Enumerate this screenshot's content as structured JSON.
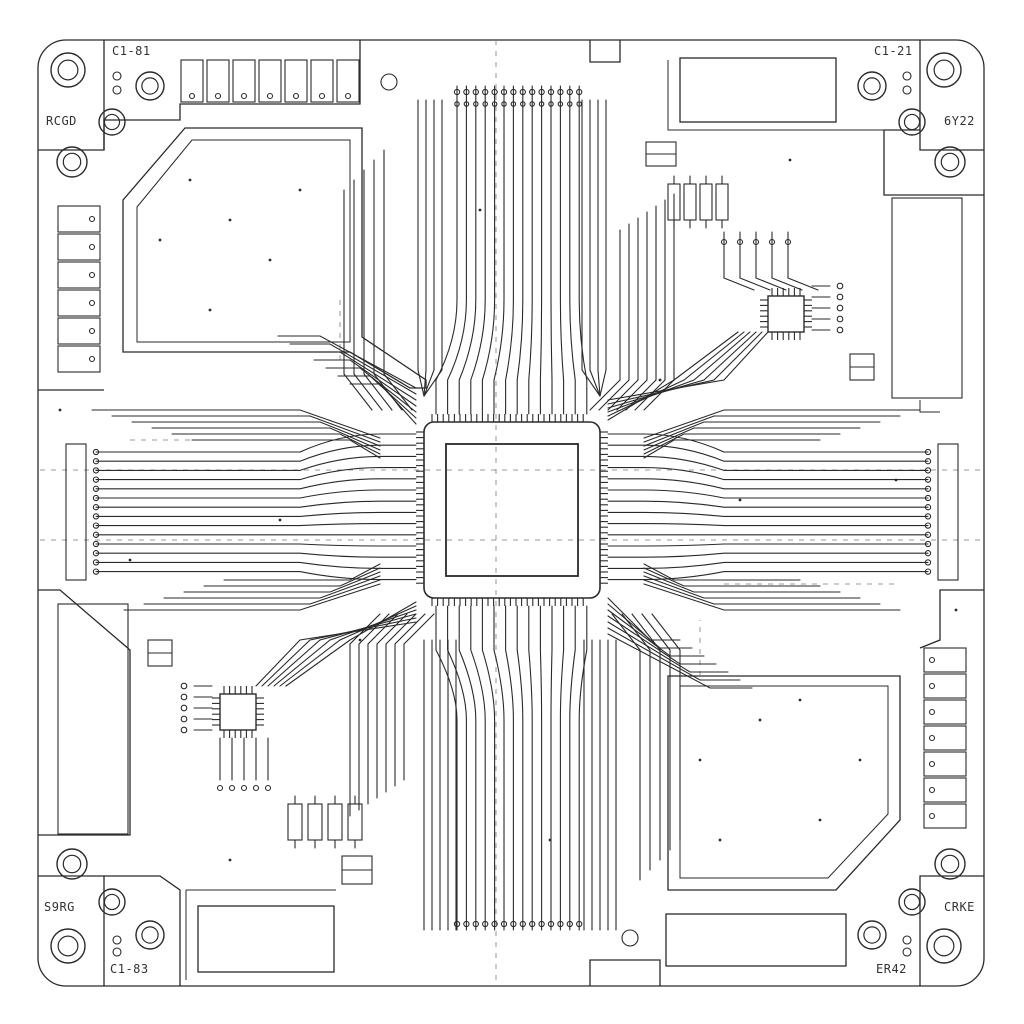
{
  "labels": {
    "top_left": "C1-81",
    "top_right": "C1-21",
    "left_upper": "RCGD",
    "right_upper": "6Y22",
    "left_lower": "S9RG",
    "right_lower": "CRKE",
    "bottom_left": "C1-83",
    "bottom_right": "ER42"
  },
  "colors": {
    "line": "#2a2a2a",
    "dash": "#7a7a7a",
    "background": "#ffffff"
  },
  "icons": {
    "mounting_hole": "double-circle",
    "ic_package": "square-with-pins",
    "connector_pad": "rectangle-with-hole"
  }
}
